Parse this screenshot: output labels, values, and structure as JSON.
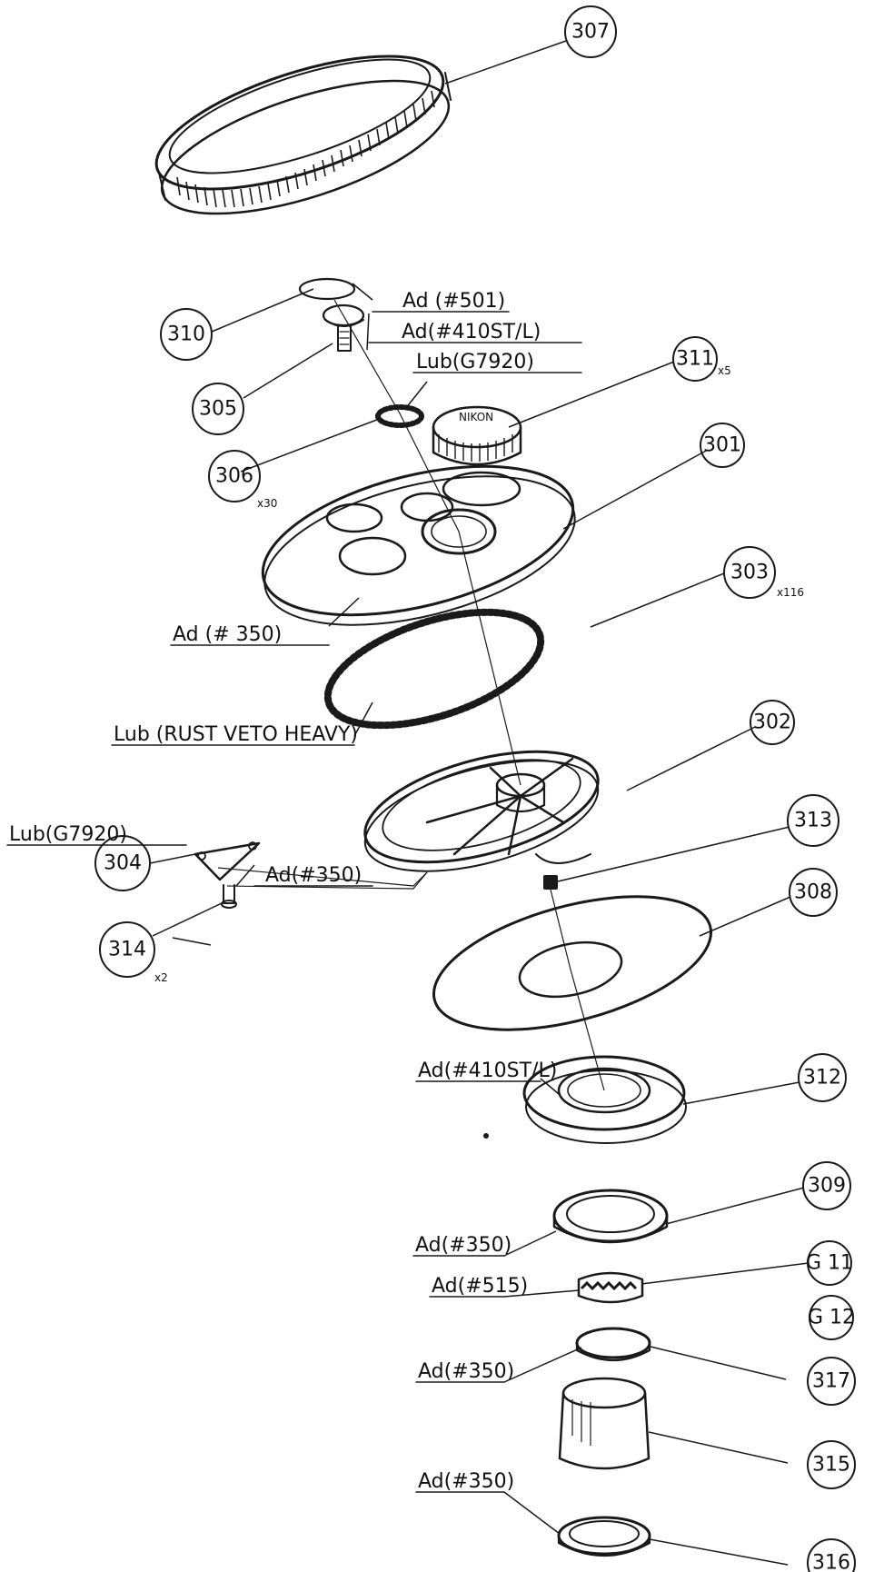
{
  "callouts": {
    "c307": "307",
    "c310": "310",
    "c305": "305",
    "c311": "311",
    "c311_qty": "x5",
    "c306": "306",
    "c306_qty": "x30",
    "c301": "301",
    "c303": "303",
    "c303_qty": "x116",
    "c302": "302",
    "c313": "313",
    "c308": "308",
    "c304": "304",
    "c314": "314",
    "c314_qty": "x2",
    "c312": "312",
    "c309": "309",
    "g11": "G 11",
    "g12": "G 12",
    "c317": "317",
    "c315": "315",
    "c316": "316"
  },
  "notes": {
    "ad501": "Ad (#501)",
    "ad410a": "Ad(#410ST/L)",
    "lub1": "Lub(G7920)",
    "ad350a": "Ad (# 350)",
    "lubRust": "Lub (RUST VETO HEAVY)",
    "lub2": "Lub(G7920)",
    "ad350b": "Ad(#350)",
    "ad410b": "Ad(#410ST/L)",
    "ad350c": "Ad(#350)",
    "ad515": "Ad(#515)",
    "ad350d": "Ad(#350)",
    "ad350e": "Ad(#350)"
  },
  "part_text": {
    "cap": "NIKON"
  }
}
